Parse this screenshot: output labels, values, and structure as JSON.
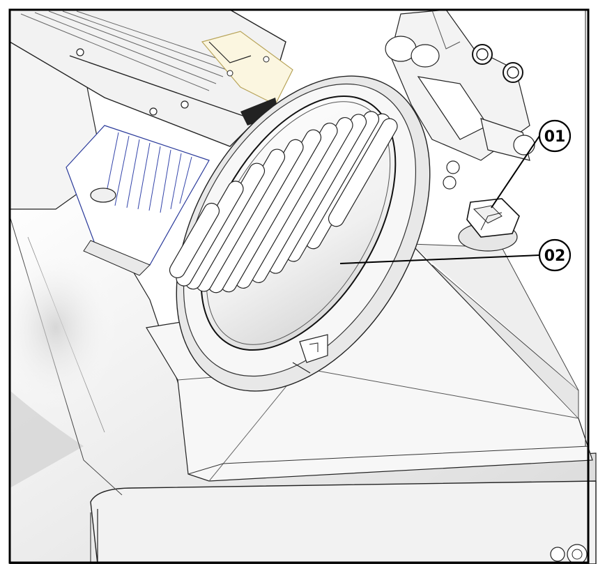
{
  "callouts": [
    {
      "id": "01",
      "label": "01"
    },
    {
      "id": "02",
      "label": "02"
    }
  ],
  "colors": {
    "frame": "#000000",
    "line": "#1a1a1a",
    "shade": "#d6d6d6",
    "accent_blue": "#3344aa",
    "accent_yellow": "#c8b36a"
  }
}
